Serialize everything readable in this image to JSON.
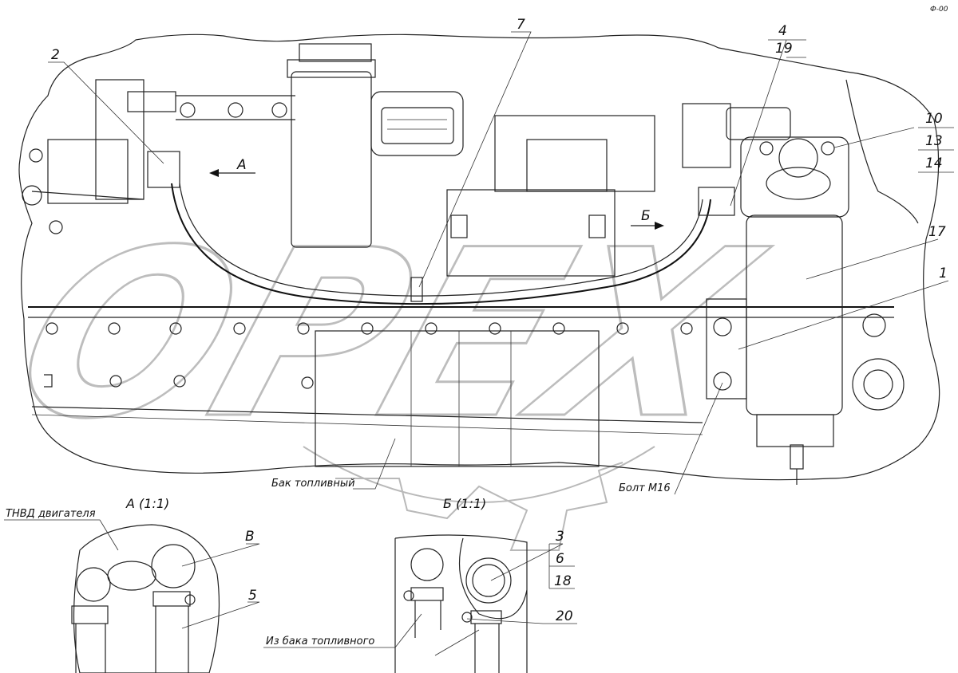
{
  "callouts": {
    "c1": "1",
    "c2": "2",
    "c3": "3",
    "c4": "4",
    "c5": "5",
    "c6": "6",
    "c7": "7",
    "c10": "10",
    "c13": "13",
    "c14": "14",
    "c17": "17",
    "c18": "18",
    "c19": "19",
    "c20": "20",
    "cV": "В"
  },
  "flow_labels": {
    "a": "А",
    "b": "Б"
  },
  "notes": {
    "tank": "Бак топливный",
    "bolt": "Болт М16",
    "tnvd": "ТНВД двигателя",
    "from_tank": "Из бака топливного"
  },
  "views": {
    "a": "А (1:1)",
    "b": "Б (1:1)"
  },
  "watermark": "ОРЕХ",
  "corner_mark": "Ф-00"
}
